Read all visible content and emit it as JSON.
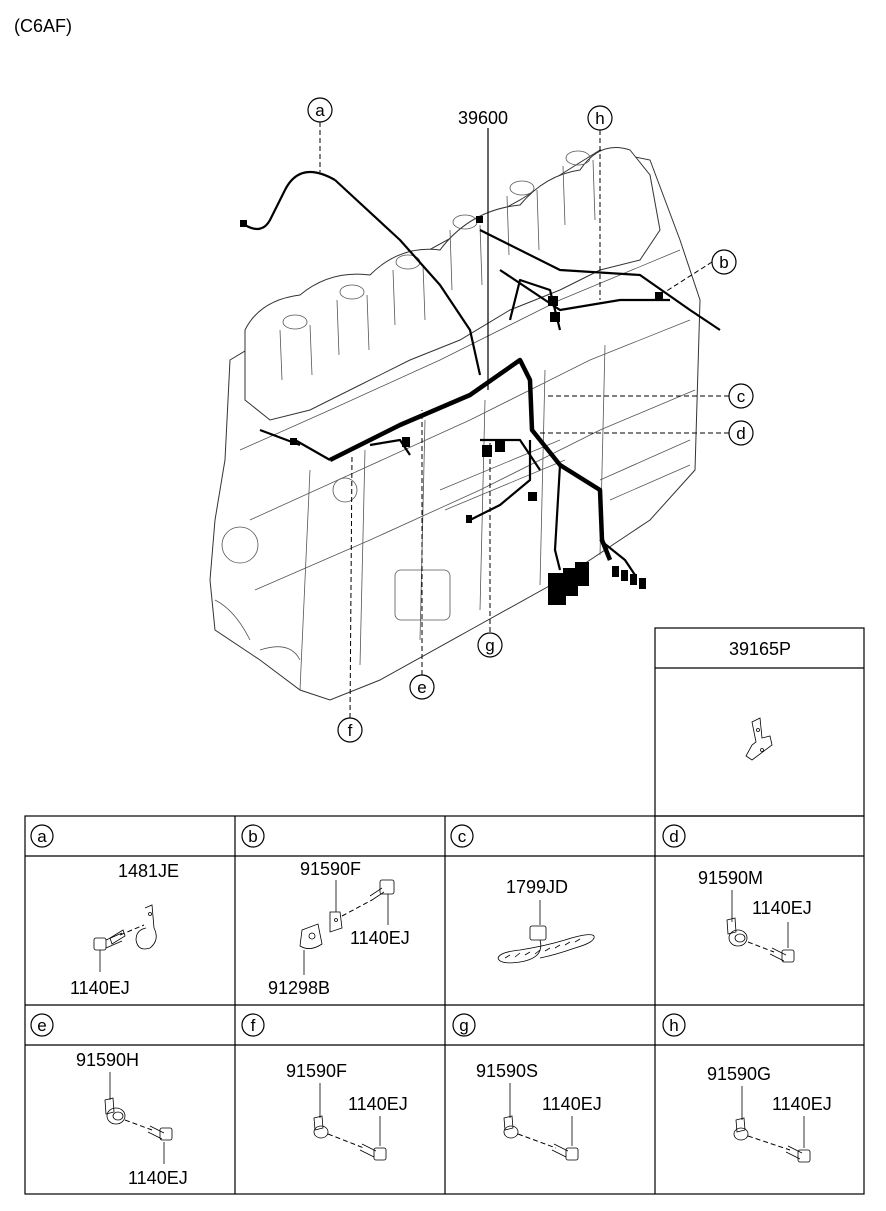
{
  "header": {
    "engine_code": "(C6AF)"
  },
  "main_part": {
    "number": "39600"
  },
  "callouts": [
    "a",
    "b",
    "c",
    "d",
    "e",
    "f",
    "g",
    "h"
  ],
  "side_box": {
    "part_number": "39165P"
  },
  "detail_panels": [
    {
      "letter": "a",
      "parts": [
        "1481JE",
        "1140EJ"
      ]
    },
    {
      "letter": "b",
      "parts": [
        "91590F",
        "1140EJ",
        "91298B"
      ]
    },
    {
      "letter": "c",
      "parts": [
        "1799JD"
      ]
    },
    {
      "letter": "d",
      "parts": [
        "91590M",
        "1140EJ"
      ]
    },
    {
      "letter": "e",
      "parts": [
        "91590H",
        "1140EJ"
      ]
    },
    {
      "letter": "f",
      "parts": [
        "91590F",
        "1140EJ"
      ]
    },
    {
      "letter": "g",
      "parts": [
        "91590S",
        "1140EJ"
      ]
    },
    {
      "letter": "h",
      "parts": [
        "91590G",
        "1140EJ"
      ]
    }
  ]
}
